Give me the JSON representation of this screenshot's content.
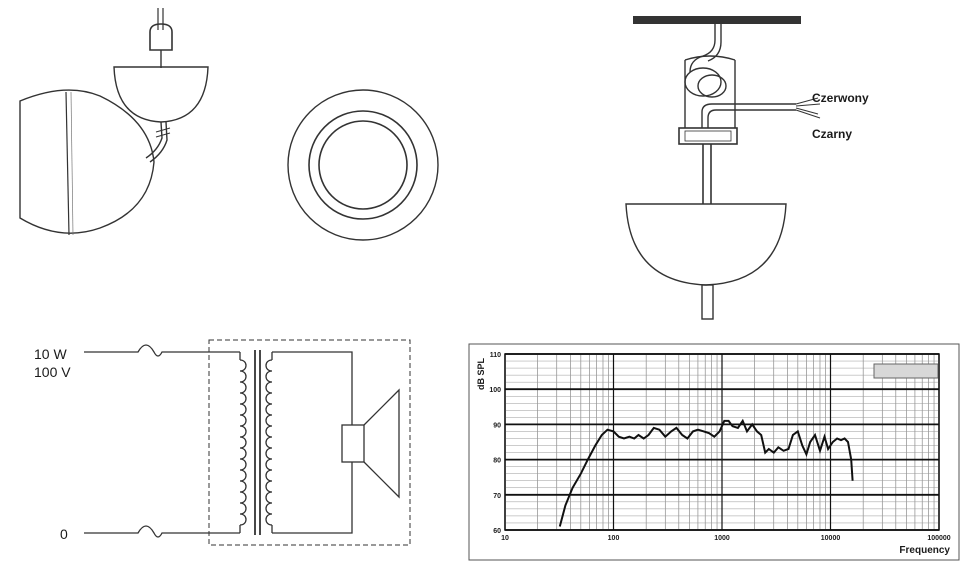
{
  "wiring": {
    "red_wire_label": "Czerwony",
    "black_wire_label": "Czarny"
  },
  "schematic": {
    "input_power": "10 W",
    "input_voltage": "100 V",
    "input_zero": "0"
  },
  "chart_data": {
    "type": "line",
    "title": "",
    "xlabel": "Frequency",
    "ylabel": "dB SPL",
    "x_scale": "log",
    "xlim": [
      10,
      100000
    ],
    "ylim": [
      60,
      110
    ],
    "x_ticks": [
      "10",
      "100",
      "1000",
      "10000",
      "100000"
    ],
    "y_ticks": [
      "60",
      "70",
      "80",
      "90",
      "100",
      "110"
    ],
    "grid": true,
    "legend": "top-right box, empty",
    "series": [
      {
        "x": [
          32,
          36,
          42,
          50,
          58,
          68,
          78,
          88,
          100,
          112,
          125,
          140,
          155,
          170,
          190,
          210,
          235,
          265,
          300,
          340,
          380,
          430,
          480,
          540,
          600,
          680,
          760,
          850,
          950,
          1050,
          1150,
          1250,
          1400,
          1550,
          1700,
          1900,
          2100,
          2300,
          2500,
          2700,
          3000,
          3300,
          3700,
          4100,
          4500,
          5000,
          5500,
          6000,
          6500,
          7200,
          8000,
          8800,
          9500,
          10500,
          11500,
          12500,
          13500,
          14500,
          15500,
          16000
        ],
        "y": [
          61,
          67,
          72,
          76,
          80,
          84,
          87,
          88.5,
          88,
          86.5,
          86,
          86.5,
          86,
          87,
          86,
          87,
          89,
          88.5,
          86.5,
          88,
          89,
          87,
          86,
          88,
          88.5,
          88,
          87.5,
          86.5,
          88,
          91,
          91,
          89.5,
          89,
          91,
          88,
          90,
          88,
          87,
          82,
          83,
          82,
          83.5,
          82.5,
          83,
          87,
          88,
          84,
          81.5,
          85,
          87,
          82.5,
          86.5,
          83,
          85,
          86,
          85.5,
          86,
          85,
          80,
          74
        ]
      }
    ]
  }
}
